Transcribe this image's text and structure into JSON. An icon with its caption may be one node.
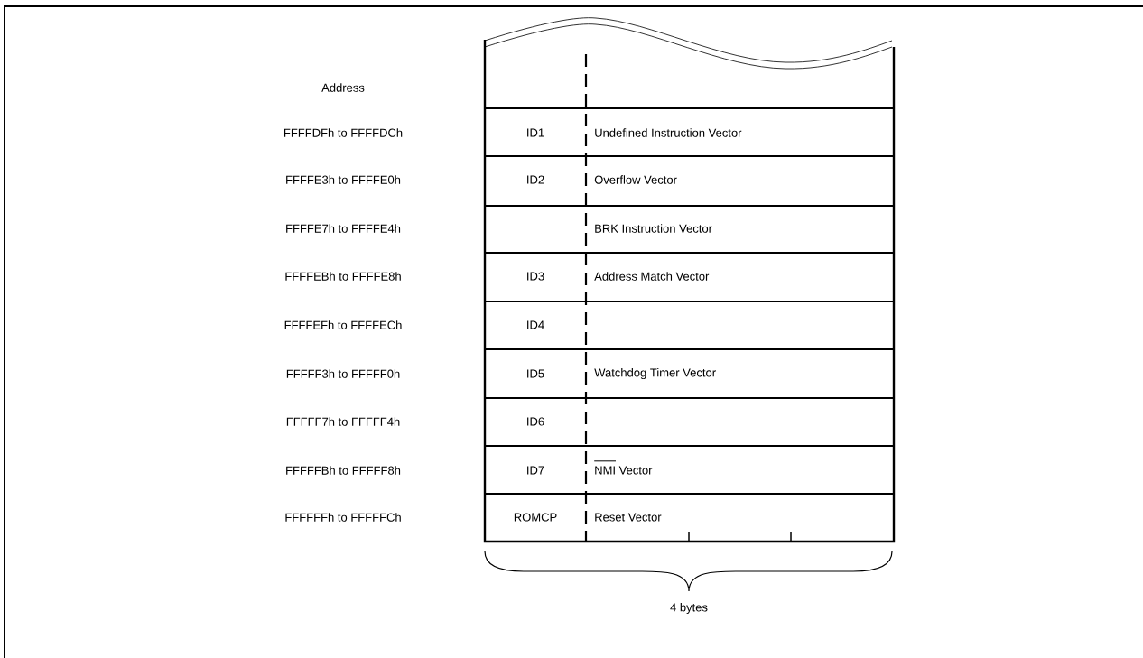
{
  "diagram": {
    "labels": [
      "Address",
      "FFFFDFh to FFFFDCh",
      "ID1",
      "Undefined Instruction Vector",
      "FFFFE3h to FFFFE0h",
      "ID2",
      "Overflow Vector",
      "FFFFE7h to FFFFE4h",
      "BRK Instruction Vector",
      "FFFFEBh to FFFFE8h",
      "ID3",
      "Address Match Vector",
      "FFFFEFh to FFFFECh",
      "ID4",
      "FFFFF3h to FFFFF0h",
      "ID5",
      "Watchdog Timer Vector",
      "FFFFF7h to FFFFF4h",
      "ID6",
      "FFFFFBh to FFFFF8h",
      "ID7",
      "NMI Vector",
      "FFFFFFh to FFFFFCh",
      "ROMCP",
      "Reset Vector",
      "4 bytes"
    ]
  }
}
